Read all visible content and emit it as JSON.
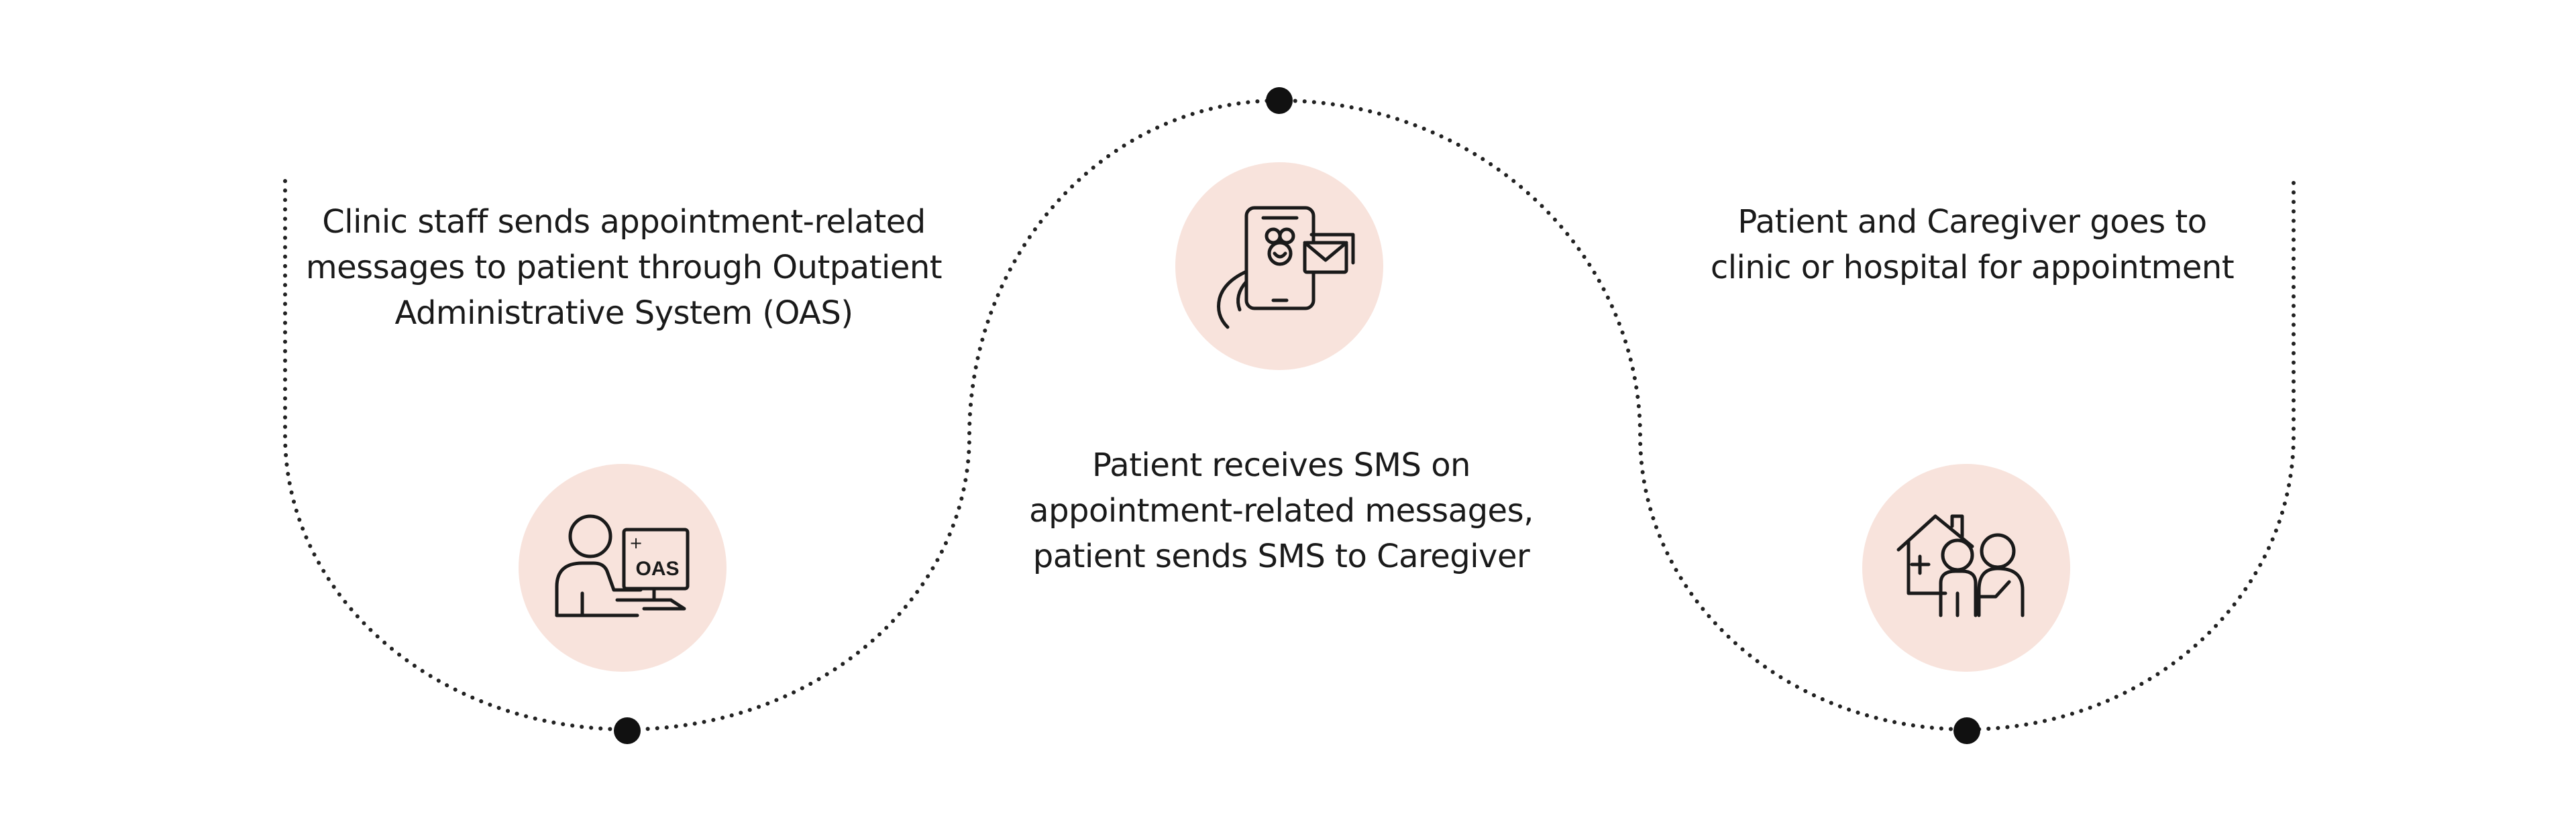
{
  "colors": {
    "path_dots": "#222222",
    "node": "#111111",
    "icon_bg": "#f8e3dc",
    "icon_stroke": "#1a1a1a",
    "text": "#1a1a1a"
  },
  "steps": [
    {
      "icon": "computer-user-icon",
      "icon_label": "OAS",
      "lines": [
        "Clinic staff sends appointment-related",
        "messages to patient through Outpatient",
        "Administrative System (OAS)"
      ]
    },
    {
      "icon": "phone-sms-icon",
      "lines": [
        "Patient receives SMS on",
        "appointment-related messages,",
        "patient sends SMS to Caregiver"
      ]
    },
    {
      "icon": "patient-caregiver-clinic-icon",
      "lines": [
        "Patient and Caregiver goes to",
        "clinic or hospital for appointment"
      ]
    }
  ]
}
